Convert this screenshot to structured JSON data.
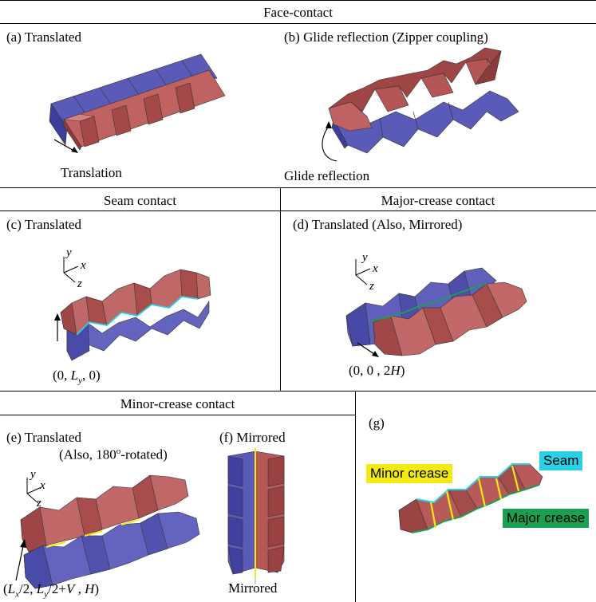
{
  "headers": {
    "face": "Face-contact",
    "seam": "Seam contact",
    "major": "Major-crease contact",
    "minor": "Minor-crease contact"
  },
  "panels": {
    "a": {
      "label": "(a) Translated",
      "note": "Translation"
    },
    "b": {
      "label": "(b) Glide reflection  (Zipper coupling)",
      "note": "Glide reflection"
    },
    "c": {
      "label": "(c) Translated",
      "vec_pre": "(0, ",
      "vec_L": "L",
      "vec_sub": "y",
      "vec_post": ", 0)"
    },
    "d": {
      "label": "(d) Translated  (Also, Mirrored)",
      "vec_pre": "(0, 0 , 2",
      "vec_H": "H",
      "vec_post": ")"
    },
    "e": {
      "label": "(e) Translated",
      "sub_pre": "(Also, 180",
      "sub_sup": "o",
      "sub_post": "-rotated)",
      "vec": {
        "p1": "(",
        "L1": "L",
        "s1": "x",
        "p2": "/2, ",
        "L2": "L",
        "s2": "y",
        "p3": "/2+",
        "V": "V",
        "p4": " , ",
        "H": "H",
        "p5": ")"
      }
    },
    "f": {
      "label": "(f) Mirrored",
      "note": "Mirrored"
    },
    "g": {
      "label": "(g)",
      "minor": "Minor crease",
      "seam": "Seam",
      "major": "Major crease"
    }
  },
  "axes": {
    "x": "x",
    "y": "y",
    "z": "z"
  },
  "colors": {
    "red": "#b85a5a",
    "blue": "#5858b8",
    "seam": "#2ad1e6",
    "minor": "#f2ea10",
    "major": "#1aa050"
  }
}
